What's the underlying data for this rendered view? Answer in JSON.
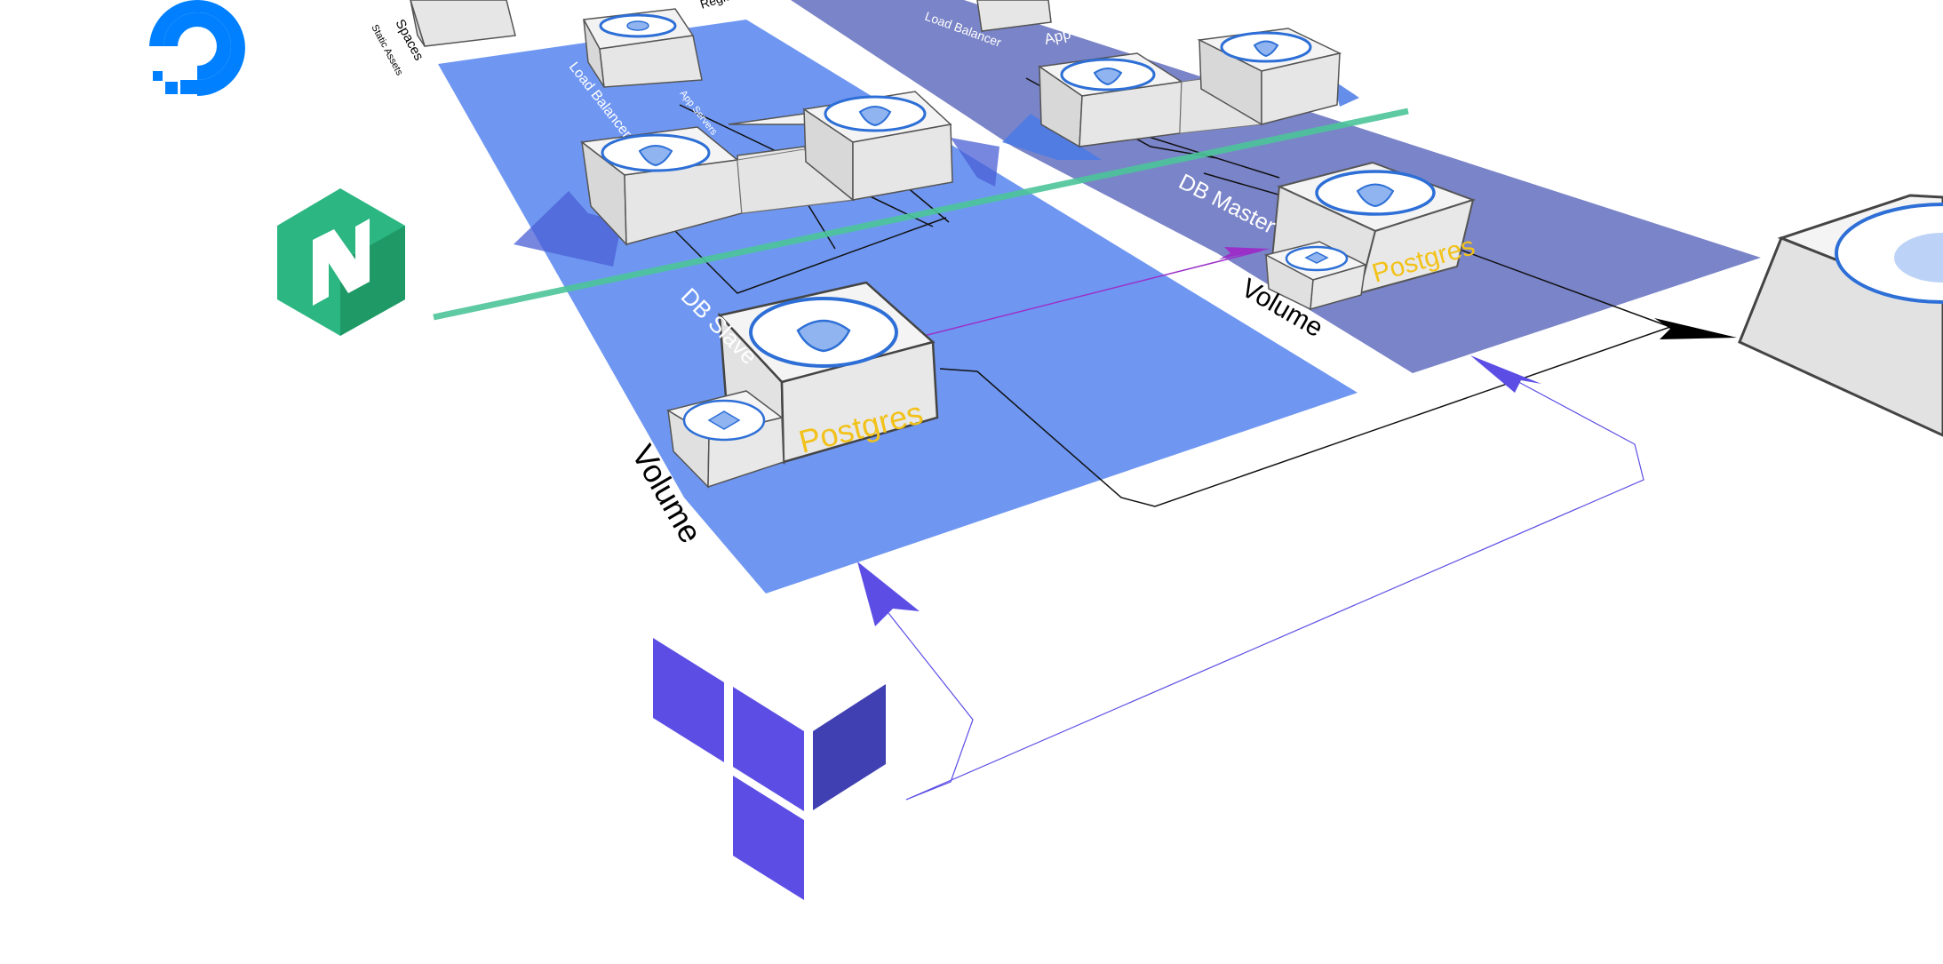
{
  "diagram": {
    "labels": {
      "lb_left": "Load Balancer",
      "lb_right": "Load Balancer",
      "app_servers_right": "App Servers",
      "app_servers_left": "App Servers",
      "db_slave": "DB Slave",
      "db_master": "DB Master",
      "volume_left": "Volume",
      "volume_right": "Volume",
      "postgres_left": "Postgres",
      "postgres_right": "Postgres",
      "spaces_top": "Spaces",
      "spaces_sub": "Static Assets",
      "reg_top": "Registry P"
    },
    "icons": {
      "digitalocean": "digitalocean-logo",
      "nomad": "nomad-logo",
      "terraform": "terraform-logo",
      "droplet": "droplet-icon",
      "volume": "volume-cube-icon",
      "lb": "load-balancer-icon"
    },
    "colors": {
      "region_left": "#6f97f2",
      "region_right": "#7a84c8",
      "box_face": "#e8e8e8",
      "box_side": "#dcdcdc",
      "box_edge": "#555555",
      "icon_ring": "#2d6fd6",
      "icon_fill": "#8fb4f0",
      "postgres_text": "#f2c21a",
      "nomad_green": "#2bb682",
      "nomad_dark": "#1f9a66",
      "terraform_purple": "#5c4ee5",
      "terraform_dark": "#4040b2",
      "do_blue": "#0080ff",
      "replication_line": "#9b30c8"
    }
  }
}
